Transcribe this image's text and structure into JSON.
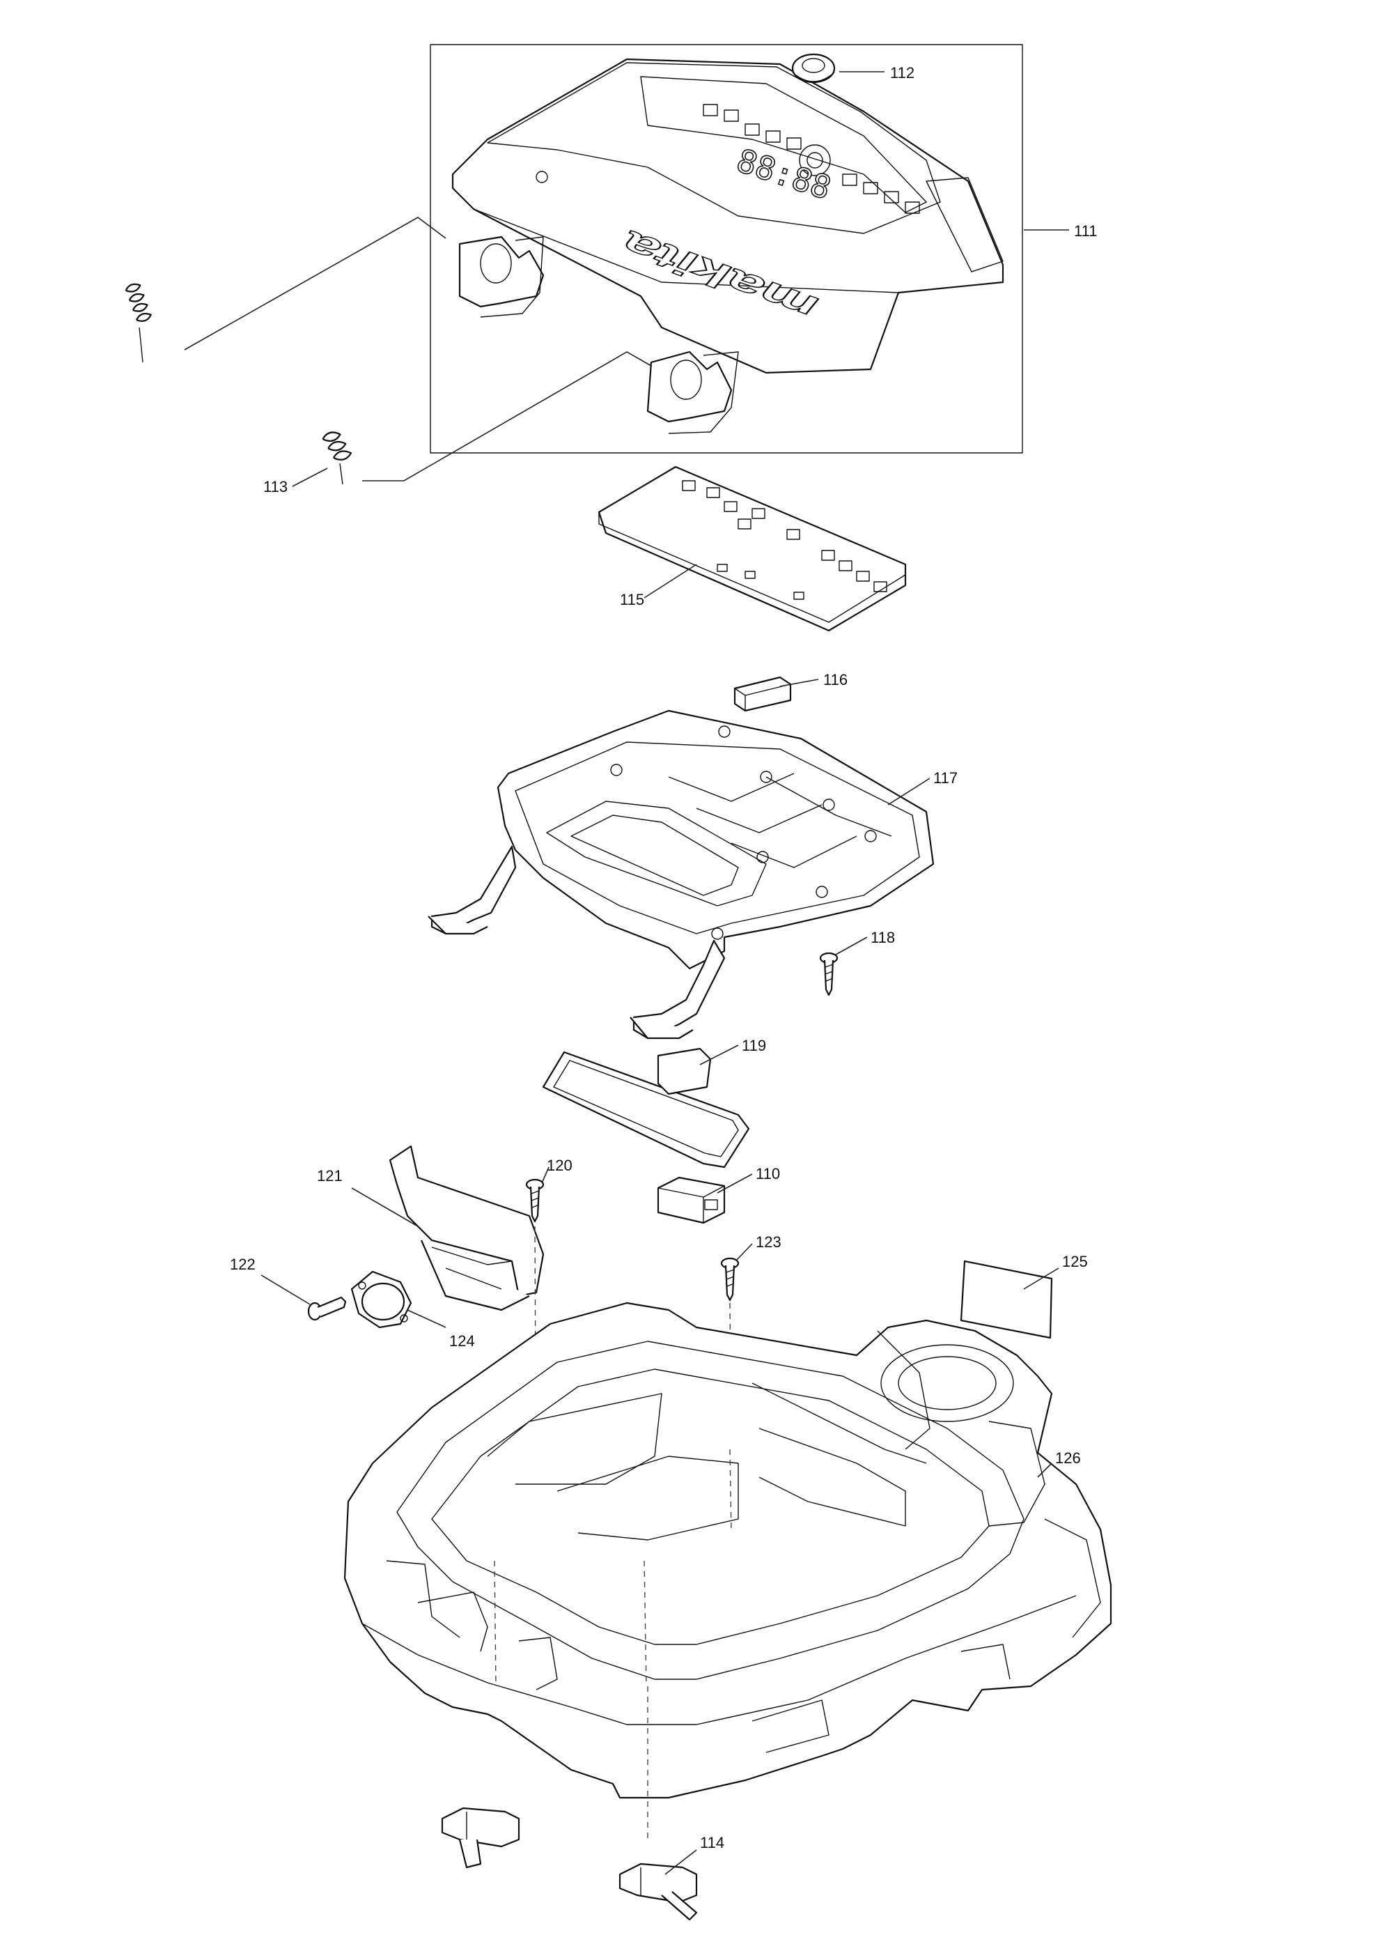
{
  "labels": {
    "p110": "110",
    "p111": "111",
    "p112": "112",
    "p113": "113",
    "p114": "114",
    "p115": "115",
    "p116": "116",
    "p117": "117",
    "p118": "118",
    "p119": "119",
    "p120": "120",
    "p121": "121",
    "p122": "122",
    "p123": "123",
    "p124": "124",
    "p125": "125",
    "p126": "126"
  },
  "cover": {
    "logo": "makita",
    "clock_digits": "88:88"
  }
}
